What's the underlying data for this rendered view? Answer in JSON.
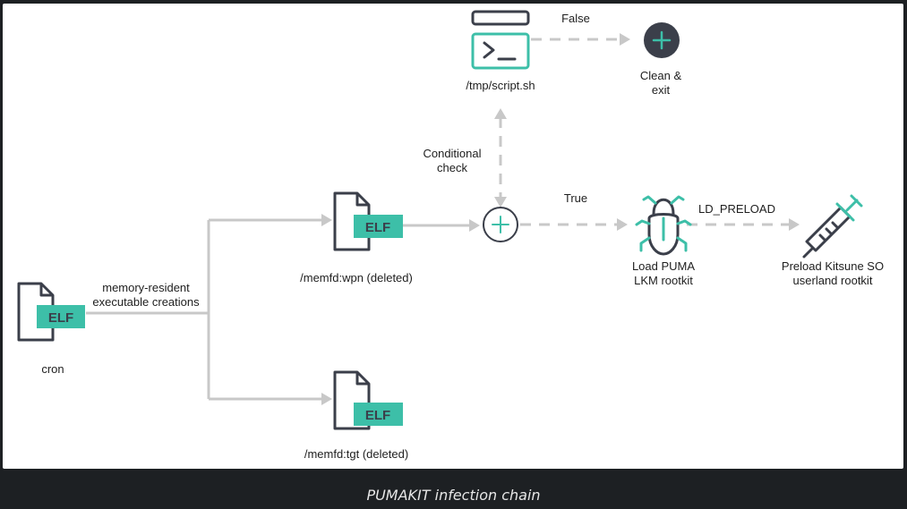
{
  "diagram": {
    "nodes": {
      "cron": "cron",
      "memfd_wpn": "/memfd:wpn (deleted)",
      "memfd_tgt": "/memfd:tgt (deleted)",
      "script": "/tmp/script.sh",
      "clean_exit": "Clean &\nexit",
      "load_puma": "Load PUMA\nLKM rootkit",
      "preload_kitsune": "Preload Kitsune SO\nuserland rootkit"
    },
    "edges": {
      "memory_resident": "memory-resident\nexecutable creations",
      "conditional_check": "Conditional\ncheck",
      "false_label": "False",
      "true_label": "True",
      "ld_preload": "LD_PRELOAD"
    },
    "file_badge": "ELF",
    "icons": [
      "file-elf-icon",
      "terminal-window-icon",
      "plus-circle-icon",
      "beetle-rootkit-icon",
      "syringe-icon"
    ],
    "colors": {
      "teal": "#3dbfa8",
      "dark": "#3b3f4a",
      "arrow": "#c8c8c8"
    }
  },
  "caption": "PUMAKIT infection chain"
}
